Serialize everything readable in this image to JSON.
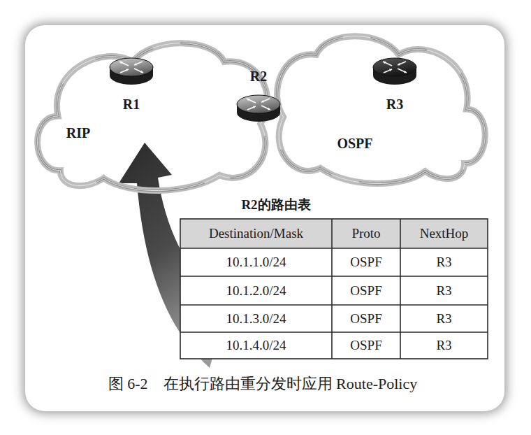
{
  "diagram": {
    "caption": "图 6-2　在执行路由重分发时应用 Route-Policy",
    "nodes": [
      {
        "text": [
          "RIP"
        ]
      },
      {
        "text": [
          "R1"
        ],
        "in": 0
      },
      {
        "text": [
          "R2"
        ]
      },
      {
        "text": [
          "OSPF"
        ]
      },
      {
        "text": [
          "R3"
        ],
        "in": 3
      }
    ],
    "labels": [
      "R2的路由表",
      "Destination/Mask",
      "Proto",
      "NextHop",
      "10.1.1.0/24",
      "OSPF",
      "R3",
      "10.1.2.0/24",
      "OSPF",
      "R3",
      "10.1.3.0/24",
      "OSPF",
      "R3",
      "10.1.4.0/24",
      "OSPF",
      "R3"
    ]
  }
}
